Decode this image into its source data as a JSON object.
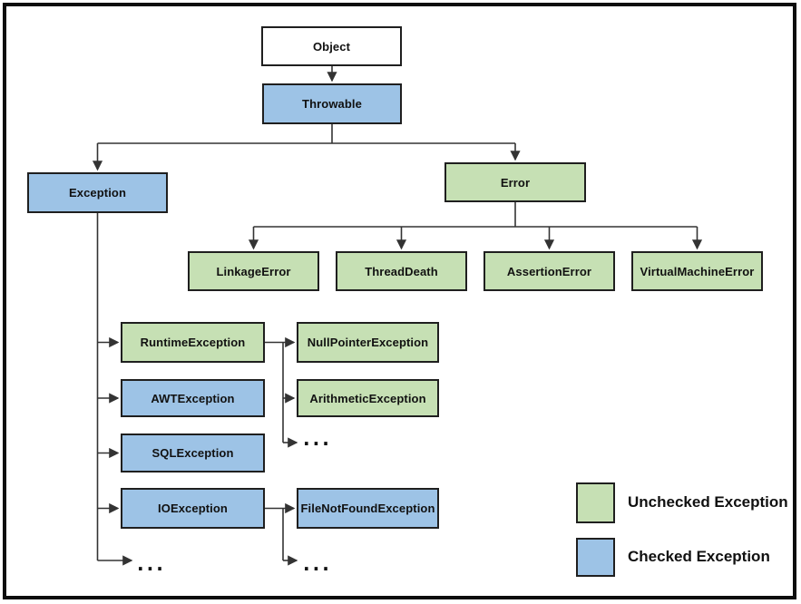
{
  "colors": {
    "unchecked": "#c6e0b4",
    "checked": "#9dc3e6",
    "root-fill": "#ffffff",
    "line": "#333333",
    "border": "#1f1f1f"
  },
  "nodes": {
    "object": {
      "label": "Object",
      "type": "root"
    },
    "throwable": {
      "label": "Throwable",
      "type": "checked"
    },
    "exception": {
      "label": "Exception",
      "type": "checked"
    },
    "error": {
      "label": "Error",
      "type": "unchecked"
    },
    "error_children": [
      {
        "label": "LinkageError",
        "type": "unchecked"
      },
      {
        "label": "ThreadDeath",
        "type": "unchecked"
      },
      {
        "label": "AssertionError",
        "type": "unchecked"
      },
      {
        "label": "VirtualMachineError",
        "type": "unchecked"
      }
    ],
    "exception_children": [
      {
        "label": "RuntimeException",
        "type": "unchecked"
      },
      {
        "label": "AWTException",
        "type": "checked"
      },
      {
        "label": "SQLException",
        "type": "checked"
      },
      {
        "label": "IOException",
        "type": "checked"
      }
    ],
    "runtime_children": [
      {
        "label": "NullPointerException",
        "type": "unchecked"
      },
      {
        "label": "ArithmeticException",
        "type": "unchecked"
      }
    ],
    "io_children": [
      {
        "label": "FileNotFoundException",
        "type": "checked"
      }
    ],
    "ellipsis": "..."
  },
  "legend": {
    "unchecked_label": "Unchecked Exception",
    "checked_label": "Checked Exception"
  }
}
